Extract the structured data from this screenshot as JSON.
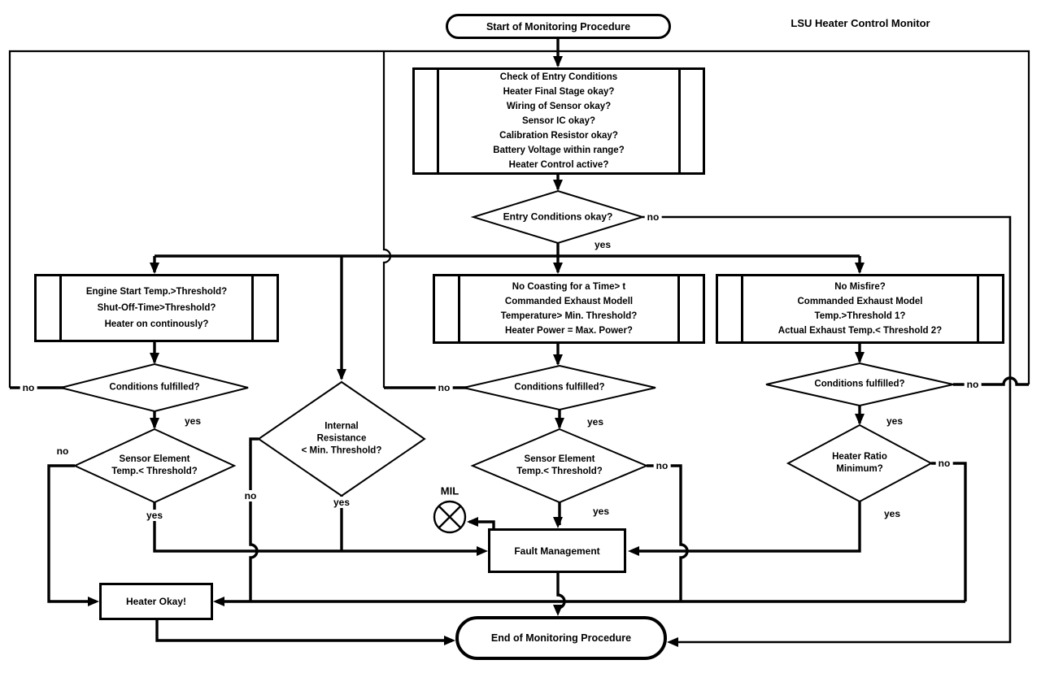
{
  "title": "LSU Heater Control Monitor",
  "colors": {
    "line": "#000000",
    "background": "#ffffff"
  },
  "edges": {
    "yes_label": "yes",
    "no_label": "no"
  },
  "nodes": {
    "start": {
      "label": "Start of Monitoring Procedure"
    },
    "entry_check": {
      "lines": [
        "Check of Entry Conditions",
        "Heater Final Stage okay?",
        "Wiring of Sensor okay?",
        "Sensor IC okay?",
        "Calibration Resistor okay?",
        "Battery Voltage within range?",
        "Heater Control active?"
      ]
    },
    "entry_ok": {
      "label": "Entry Conditions okay?"
    },
    "box_left": {
      "lines": [
        "Engine Start Temp.>Threshold?",
        "Shut-Off-Time>Threshold?",
        "Heater on continously?"
      ]
    },
    "box_mid": {
      "lines": [
        "No Coasting for a Time> t",
        "Commanded Exhaust Modell",
        "Temperature> Min. Threshold?",
        "Heater Power = Max. Power?"
      ]
    },
    "box_right": {
      "lines": [
        "No Misfire?",
        "Commanded Exhaust Model",
        "Temp.>Threshold 1?",
        "Actual Exhaust Temp.< Threshold 2?"
      ]
    },
    "cond_left": {
      "label": "Conditions fulfilled?"
    },
    "cond_mid": {
      "label": "Conditions fulfilled?"
    },
    "cond_right": {
      "label": "Conditions fulfilled?"
    },
    "internal_resistance": {
      "lines": [
        "Internal",
        "Resistance",
        "< Min. Threshold?"
      ]
    },
    "sensor_left": {
      "lines": [
        "Sensor Element",
        "Temp.< Threshold?"
      ]
    },
    "sensor_mid": {
      "lines": [
        "Sensor Element",
        "Temp.< Threshold?"
      ]
    },
    "heater_ratio": {
      "lines": [
        "Heater Ratio",
        "Minimum?"
      ]
    },
    "fault": {
      "label": "Fault Management"
    },
    "heater_okay": {
      "label": "Heater Okay!"
    },
    "end": {
      "label": "End of Monitoring Procedure"
    },
    "mil": {
      "label": "MIL"
    }
  }
}
